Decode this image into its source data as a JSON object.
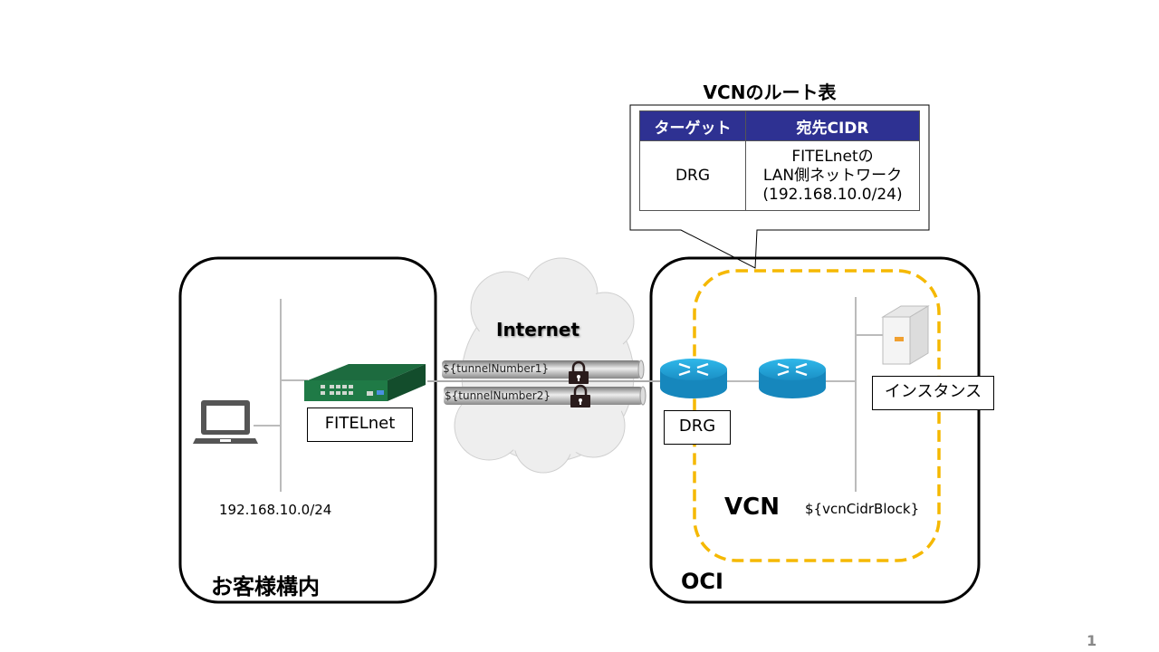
{
  "route_table": {
    "title": "VCNのルート表",
    "headers": [
      "ターゲット",
      "宛先CIDR"
    ],
    "rows": [
      {
        "target": "DRG",
        "destination_lines": [
          "FITELnetの",
          "LAN側ネットワーク",
          "(192.168.10.0/24)"
        ]
      }
    ],
    "header_color": "#2e3192"
  },
  "customer_site": {
    "region_label": "お客様構内",
    "device_label": "FITELnet",
    "network_cidr": "192.168.10.0/24",
    "client_icon": "laptop-icon",
    "router_icon": "fitelnet-router-icon"
  },
  "internet": {
    "label": "Internet",
    "tunnels": [
      "${tunnelNumber1}",
      "${tunnelNumber2}"
    ],
    "tunnel_icon": "padlock-icon"
  },
  "oci": {
    "region_label": "OCI",
    "vcn_label": "VCN",
    "vcn_cidr": "${vcnCidrBlock}",
    "drg_label": "DRG",
    "instance_label": "インスタンス",
    "vcn_border_color": "#f5b800",
    "router_color": "#1ba1d8"
  },
  "page_number": "1"
}
